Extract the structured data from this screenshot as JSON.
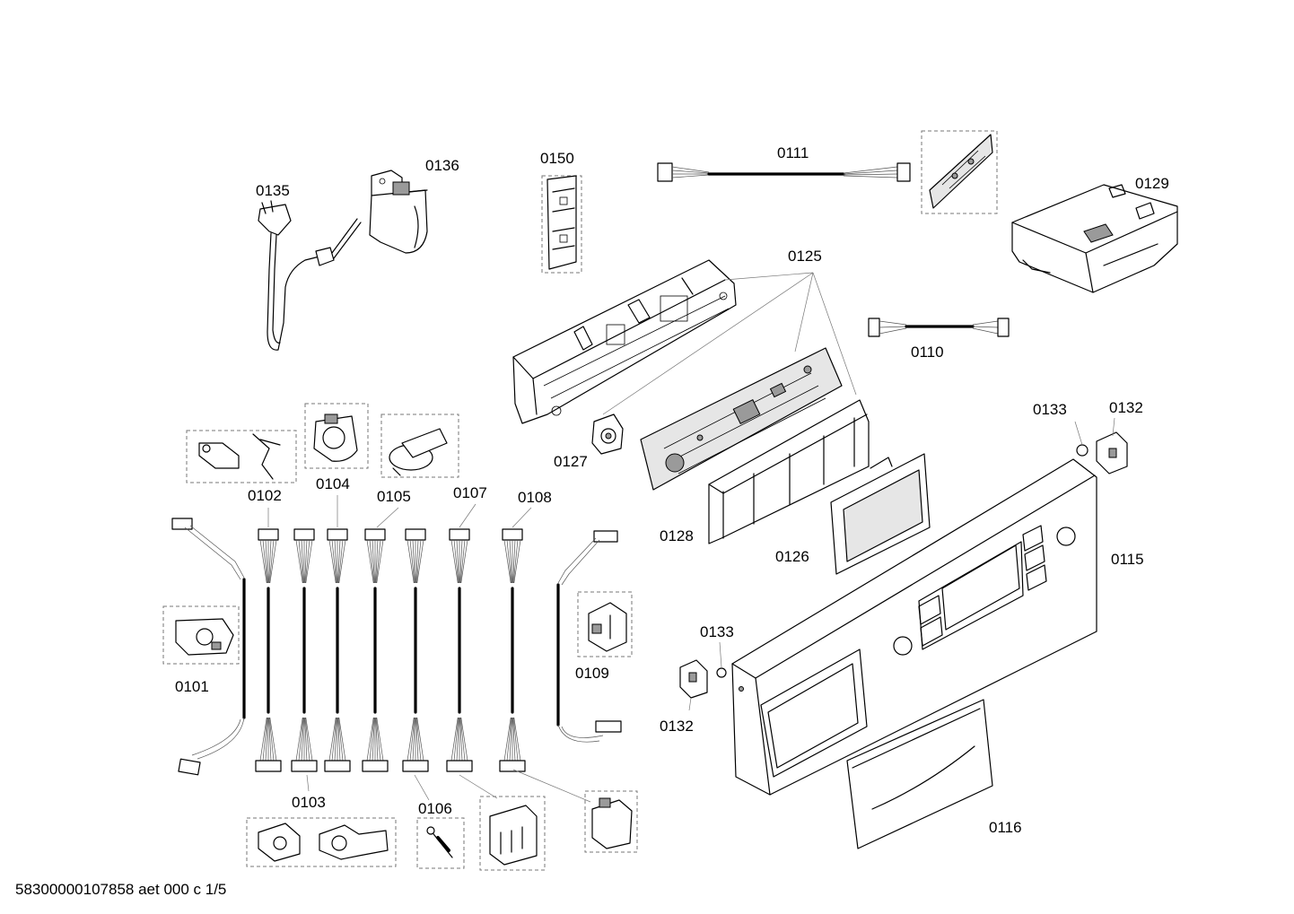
{
  "parts": [
    {
      "id": "p0101",
      "label": "0101"
    },
    {
      "id": "p0102",
      "label": "0102"
    },
    {
      "id": "p0103",
      "label": "0103"
    },
    {
      "id": "p0104",
      "label": "0104"
    },
    {
      "id": "p0105",
      "label": "0105"
    },
    {
      "id": "p0106",
      "label": "0106"
    },
    {
      "id": "p0107",
      "label": "0107"
    },
    {
      "id": "p0108",
      "label": "0108"
    },
    {
      "id": "p0109",
      "label": "0109"
    },
    {
      "id": "p0110",
      "label": "0110"
    },
    {
      "id": "p0111",
      "label": "0111"
    },
    {
      "id": "p0115",
      "label": "0115"
    },
    {
      "id": "p0116",
      "label": "0116"
    },
    {
      "id": "p0125",
      "label": "0125"
    },
    {
      "id": "p0126",
      "label": "0126"
    },
    {
      "id": "p0127",
      "label": "0127"
    },
    {
      "id": "p0128",
      "label": "0128"
    },
    {
      "id": "p0129",
      "label": "0129"
    },
    {
      "id": "p0132a",
      "label": "0132"
    },
    {
      "id": "p0132b",
      "label": "0132"
    },
    {
      "id": "p0133a",
      "label": "0133"
    },
    {
      "id": "p0133b",
      "label": "0133"
    },
    {
      "id": "p0135",
      "label": "0135"
    },
    {
      "id": "p0136",
      "label": "0136"
    },
    {
      "id": "p0150",
      "label": "0150"
    }
  ],
  "footer": {
    "code": "58300000107858 aet 000 c 1/5"
  }
}
